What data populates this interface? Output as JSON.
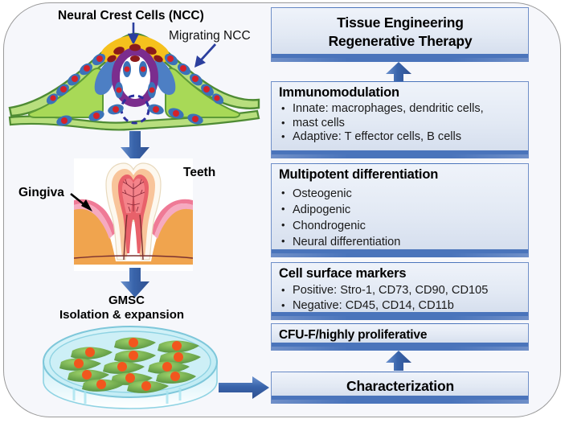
{
  "figure": {
    "title_box": {
      "line1": "Tissue Engineering",
      "line2": "Regenerative Therapy"
    },
    "boxes": [
      {
        "name": "immunomodulation",
        "title": "Immunomodulation",
        "bullets": [
          "Innate: macrophages, dendritic cells,",
          "mast cells",
          "Adaptive: T effector cells, B cells"
        ]
      },
      {
        "name": "multipotent-differentiation",
        "title": "Multipotent differentiation",
        "bullets": [
          "Osteogenic",
          "Adipogenic",
          "Chondrogenic",
          "Neural differentiation"
        ]
      },
      {
        "name": "cell-surface-markers",
        "title": "Cell surface markers",
        "bullets": [
          "Positive: Stro-1, CD73, CD90, CD105",
          "Negative: CD45, CD14, CD11b"
        ]
      }
    ],
    "cfu_box": {
      "title": "CFU-F/highly proliferative"
    },
    "characterization_box": {
      "title": "Characterization"
    },
    "left_labels": {
      "ncc": "Neural Crest Cells (NCC)",
      "migrating_ncc": "Migrating NCC",
      "teeth": "Teeth",
      "gingiva": "Gingiva",
      "gmsc": "GMSC",
      "isolation": "Isolation & expansion"
    },
    "icons": {
      "arrow_ncc_pointer": "arrow-down-icon",
      "arrow_migrating_pointer": "arrow-down-left-icon",
      "arrow_gingiva_pointer": "arrow-right-down-icon",
      "arrow_to_tooth": "arrow-down-icon",
      "arrow_to_dish": "arrow-down-icon",
      "arrow_to_characterization": "arrow-right-icon",
      "arrow_up_to_cfu": "arrow-up-icon",
      "arrow_up_to_title": "arrow-up-icon"
    },
    "colors": {
      "accent_blue": "#2f5fa8",
      "box_border_blue": "#4a74bb",
      "box_fill": "#e2e9f4",
      "panel_bg": "#f6f7fb",
      "neural_tube_purple": "#7b2d8e",
      "ncc_yellow": "#f2b705",
      "mesoderm_green": "#9fd25a",
      "ectoderm_green": "#5f9e3f",
      "migrating_blue": "#3b6fb6",
      "nucleus_red": "#d4212a",
      "dish_cyan": "#bdeef5",
      "cell_green": "#6aa84f",
      "cell_nucleus_orange": "#f2561e",
      "gingiva_pink": "#ef7a96",
      "bone_orange": "#f0a44e",
      "pulp_red": "#e8616a",
      "dentin_peach": "#f8c49a",
      "enamel_white": "#fdf8ef"
    }
  }
}
